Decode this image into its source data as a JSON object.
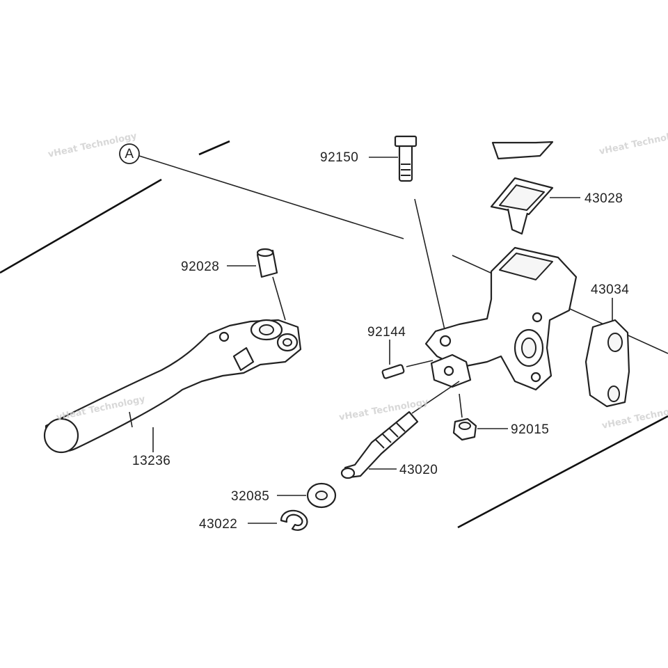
{
  "view_marker": "A",
  "part_numbers": {
    "p92150": "92150",
    "p43028": "43028",
    "p92028": "92028",
    "p43034": "43034",
    "p92144": "92144",
    "p92015": "92015",
    "p43020": "43020",
    "p13236": "13236",
    "p32085": "32085",
    "p43022": "43022"
  },
  "watermark": "vHeat Technology",
  "colors": {
    "line": "#222222",
    "background": "#ffffff",
    "watermark": "#cfcfcf"
  }
}
